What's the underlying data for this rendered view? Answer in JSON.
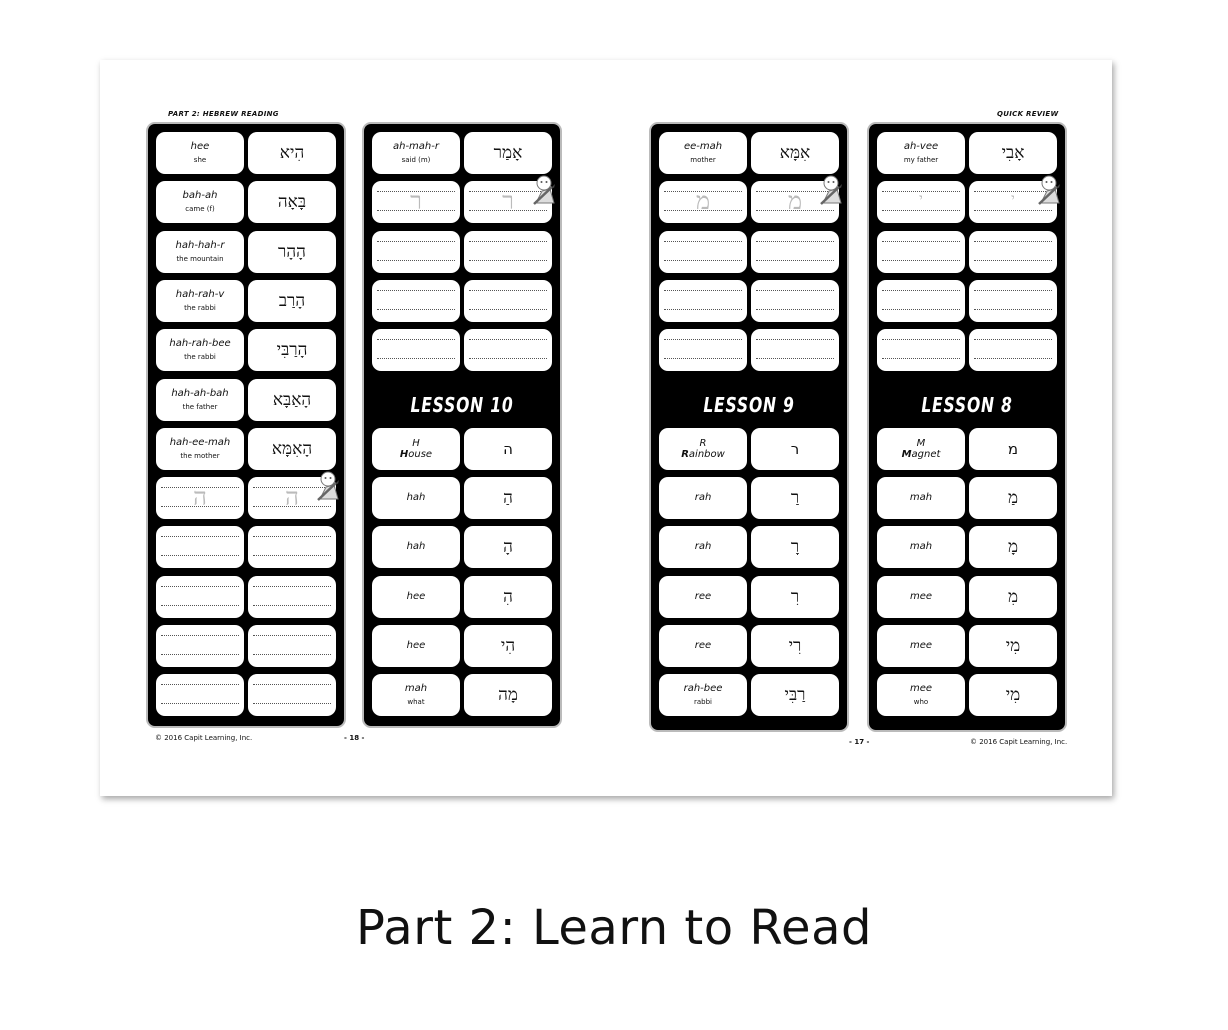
{
  "left_page": {
    "header": "Part 2: Hebrew Reading",
    "footer_copyright": "© 2016 Capit Learning, Inc.",
    "page_number": "- 18 -",
    "vocab": [
      {
        "en": "hee",
        "sub": "she",
        "he": "הִיא"
      },
      {
        "en": "bah-ah",
        "sub": "came (f)",
        "he": "בָּאָה"
      },
      {
        "en": "hah-hah-r",
        "sub": "the mountain",
        "he": "הָהָר"
      },
      {
        "en": "hah-rah-v",
        "sub": "the rabbi",
        "he": "הָרַב"
      },
      {
        "en": "hah-rah-bee",
        "sub": "the rabbi",
        "he": "הָרַבִּי"
      },
      {
        "en": "hah-ah-bah",
        "sub": "the father",
        "he": "הָאַבָּא"
      },
      {
        "en": "hah-ee-mah",
        "sub": "the mother",
        "he": "הָאִמָּא"
      }
    ],
    "trace_letter": "ה",
    "lesson10": {
      "top_word": {
        "en": "ah-mah-r",
        "sub": "said (m)",
        "he": "אָמַר"
      },
      "trace_letter": "ר",
      "title": "LESSON 10",
      "letter_name": "H",
      "keyword_bold": "H",
      "keyword_rest": "ouse",
      "letter": "ה",
      "sounds": [
        {
          "en": "hah",
          "he": "הַ"
        },
        {
          "en": "hah",
          "he": "הָ"
        },
        {
          "en": "hee",
          "he": "הִ"
        },
        {
          "en": "hee",
          "he": "הִי"
        },
        {
          "en": "mah",
          "sub": "what",
          "he": "מָה"
        }
      ]
    }
  },
  "right_page": {
    "header": "Quick Review",
    "footer_copyright": "© 2016 Capit Learning, Inc.",
    "page_number": "- 17 -",
    "lesson9": {
      "top_word": {
        "en": "ee-mah",
        "sub": "mother",
        "he": "אִמָּא"
      },
      "trace_letter": "מ",
      "title": "LESSON 9",
      "letter_name": "R",
      "keyword_bold": "R",
      "keyword_rest": "ainbow",
      "letter": "ר",
      "sounds": [
        {
          "en": "rah",
          "he": "רַ"
        },
        {
          "en": "rah",
          "he": "רָ"
        },
        {
          "en": "ree",
          "he": "רִ"
        },
        {
          "en": "ree",
          "he": "רִי"
        },
        {
          "en": "rah-bee",
          "sub": "rabbi",
          "he": "רַבִּי"
        }
      ]
    },
    "lesson8": {
      "top_word": {
        "en": "ah-vee",
        "sub": "my father",
        "he": "אָבִי"
      },
      "trace_letter": "י",
      "title": "LESSON 8",
      "letter_name": "M",
      "keyword_bold": "M",
      "keyword_rest": "agnet",
      "letter": "מ",
      "sounds": [
        {
          "en": "mah",
          "he": "מַ"
        },
        {
          "en": "mah",
          "he": "מָ"
        },
        {
          "en": "mee",
          "he": "מִ"
        },
        {
          "en": "mee",
          "he": "מִי"
        },
        {
          "en": "mee",
          "sub": "who",
          "he": "מִי"
        }
      ]
    }
  },
  "caption": "Part 2: Learn to Read"
}
